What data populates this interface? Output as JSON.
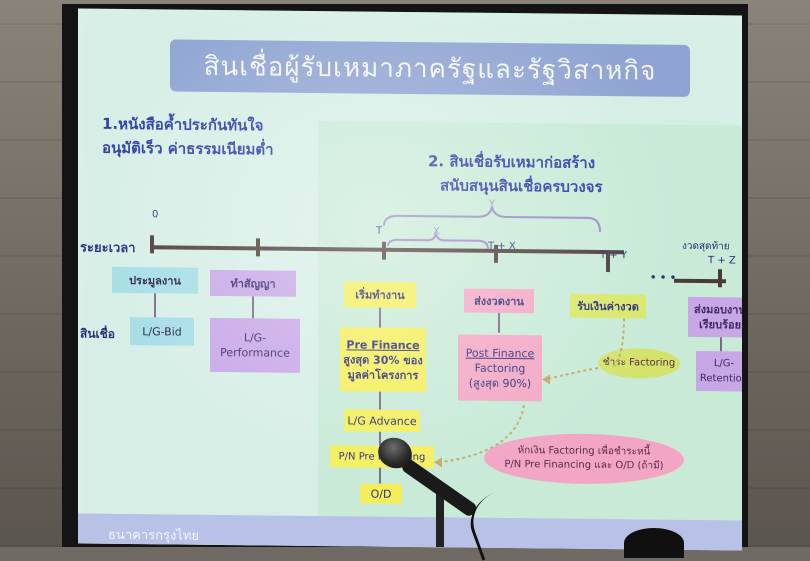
{
  "slide": {
    "title": "สินเชื่อผู้รับเหมาภาครัฐและรัฐวิสาหกิจ",
    "section1": {
      "line1": "1.หนังสือค้ำประกันทันใจ",
      "line2": "อนุมัติเร็ว ค่าธรรมเนียมต่ำ"
    },
    "section2": {
      "line1": "2. สินเชื่อรับเหมาก่อสร้าง",
      "line2": "สนับสนุนสินเชื่อครบวงจร"
    },
    "timeline": {
      "label": "ระยะเวลา",
      "t0": "0",
      "t": "T",
      "tx": "T + X",
      "ty": "T + Y",
      "tz": "T + Z",
      "x": "X",
      "y": "Y",
      "dots": "• • •",
      "last_period": "งวดสุดท้าย"
    },
    "credit_label": "สินเชื่อ",
    "stages": {
      "bid": "ประมูลงาน",
      "contract": "ทำสัญญา",
      "start": "เริ่มทำงาน",
      "deliver": "ส่งงวดงาน",
      "receive": "รับเงินค่างวด",
      "handover_1": "ส่งมอบงาน",
      "handover_2": "เรียบร้อย"
    },
    "products": {
      "lg_bid": "L/G-Bid",
      "lg_perf_1": "L/G-",
      "lg_perf_2": "Performance",
      "pre_1": "Pre Finance",
      "pre_2": "สูงสุด 30% ของ",
      "pre_3": "มูลค่าโครงการ",
      "post_1": "Post Finance",
      "post_2": "Factoring",
      "post_3": "(สูงสุด 90%)",
      "lg_adv": "L/G Advance",
      "pn": "P/N Pre Financing",
      "od": "O/D",
      "lg_ret_1": "L/G-",
      "lg_ret_2": "Retention"
    },
    "notes": {
      "repay": "ชำระ Factoring",
      "deduct_1": "หักเงิน Factoring เพื่อชำระหนี้",
      "deduct_2": "P/N Pre Financing และ O/D (ถ้ามี)"
    },
    "footer": "ธนาคารกรุงไทย"
  }
}
